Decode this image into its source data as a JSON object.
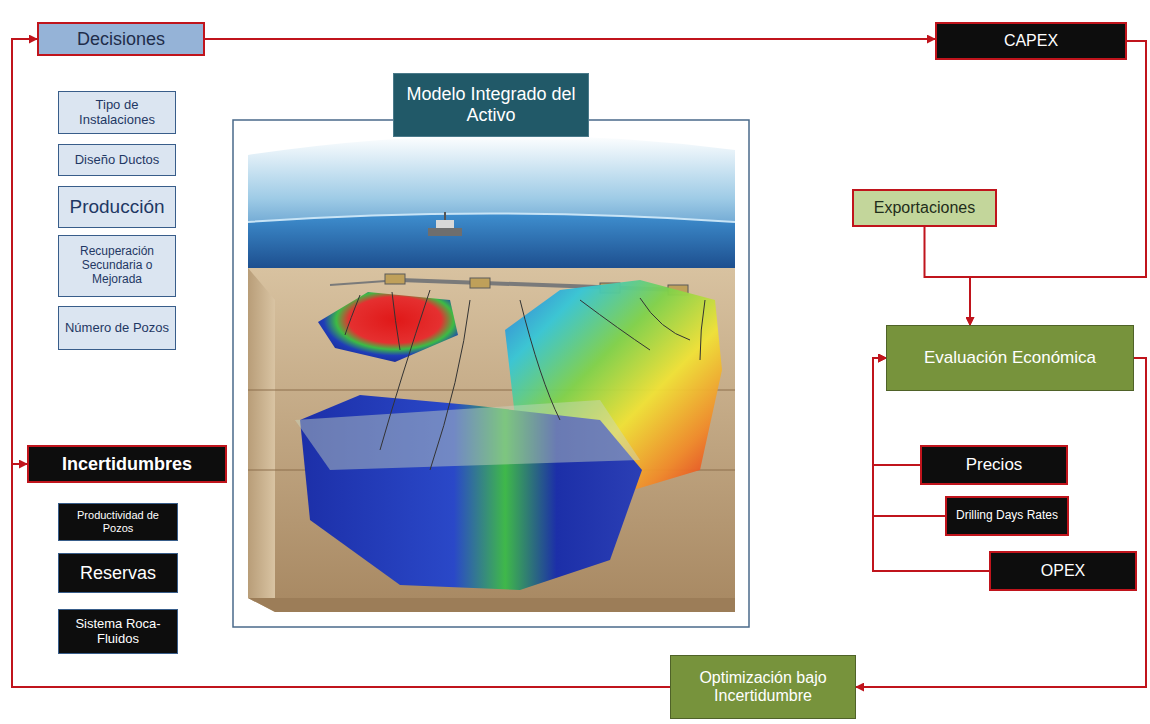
{
  "diagram": {
    "nodes": [
      {
        "text": [
          "Decisiones"
        ]
      },
      {
        "text": [
          "Tipo de Instalaciones"
        ]
      },
      {
        "text": [
          "Diseño Ductos"
        ]
      },
      {
        "text": [
          "Producción"
        ]
      },
      {
        "text": [
          "Recuperación Secundaria o Mejorada"
        ]
      },
      {
        "text": [
          "Número de Pozos"
        ]
      },
      {
        "text": [
          "CAPEX"
        ]
      },
      {
        "text": [
          "Modelo Integrado del Activo"
        ]
      },
      {
        "text": [
          "Exportaciones"
        ]
      },
      {
        "text": [
          "Evaluación Económica"
        ]
      },
      {
        "text": [
          "Incertidumbres"
        ]
      },
      {
        "text": [
          "Productividad de Pozos"
        ]
      },
      {
        "text": [
          "Reservas"
        ]
      },
      {
        "text": [
          "Sistema Roca-Fluidos"
        ]
      },
      {
        "text": [
          "Precios"
        ]
      },
      {
        "text": [
          "Drilling Days Rates"
        ]
      },
      {
        "text": [
          "OPEX"
        ]
      },
      {
        "text": [
          "Optimización bajo Incertidumbre"
        ]
      }
    ],
    "edges": [
      {
        "from": 0,
        "to": 6,
        "arrow": "to"
      },
      {
        "from": 6,
        "to": 9,
        "arrow": "to"
      },
      {
        "from": 8,
        "to": 9,
        "arrow": "to"
      },
      {
        "from": 9,
        "to": 17,
        "arrow": "to"
      },
      {
        "from": 17,
        "to": 0,
        "arrow": "to"
      },
      {
        "from": 17,
        "to": 10,
        "arrow": "to"
      },
      {
        "from": 14,
        "to": 9,
        "arrow": "to"
      },
      {
        "from": 15,
        "to": 9,
        "arrow": "to"
      },
      {
        "from": 16,
        "to": 9,
        "arrow": "to"
      }
    ]
  }
}
